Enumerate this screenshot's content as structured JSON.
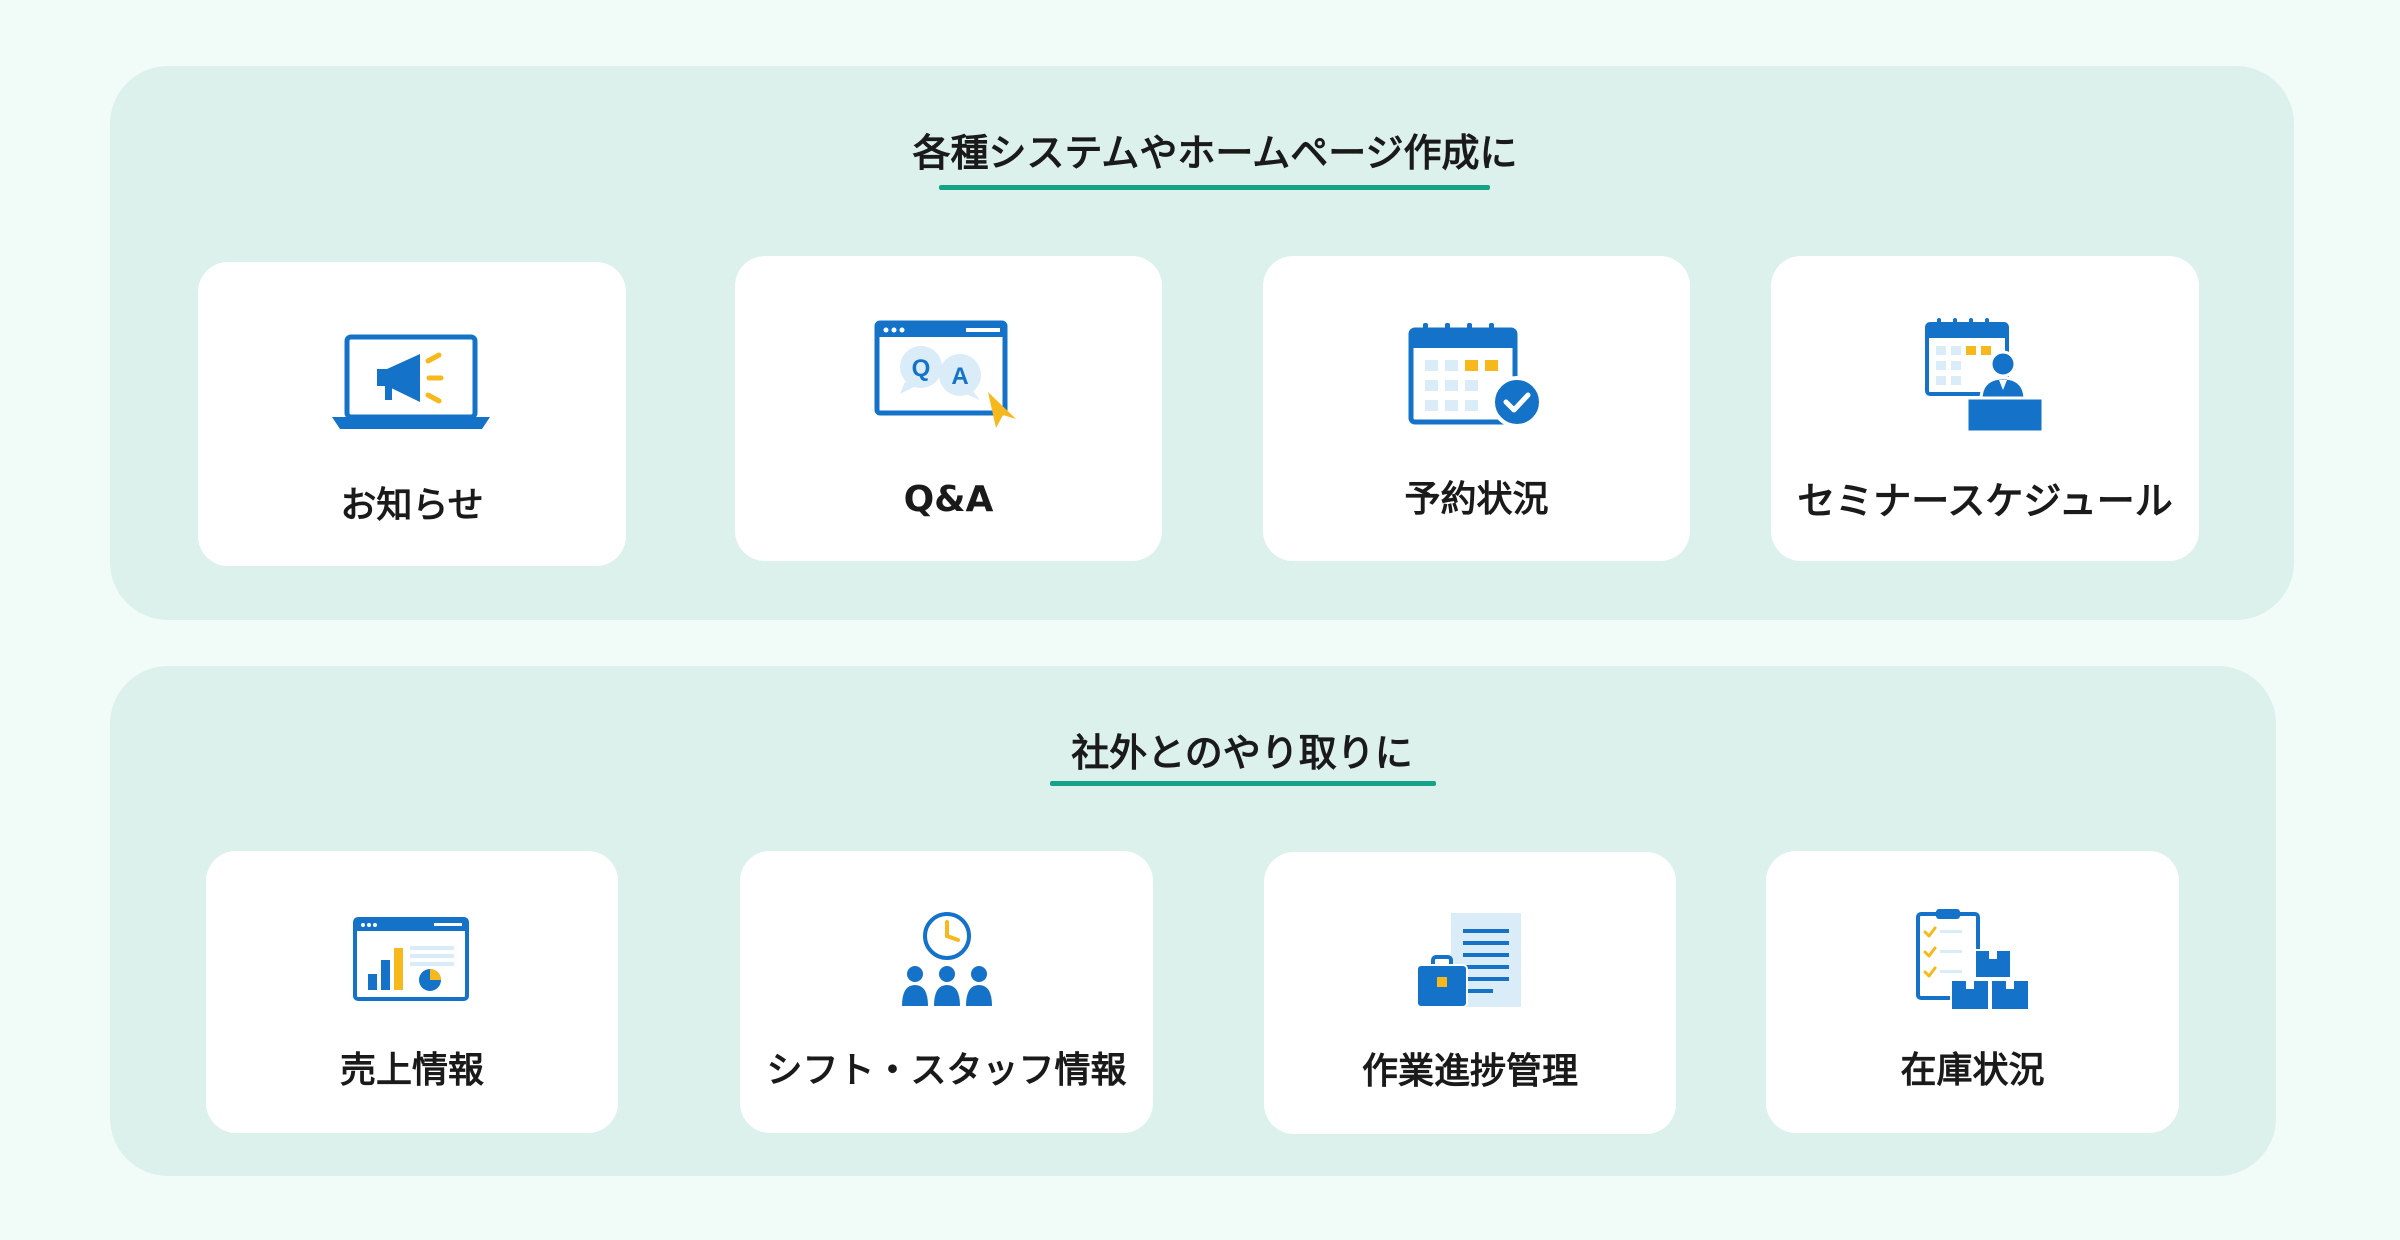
{
  "colors": {
    "background": "#f1fbf8",
    "panel": "#dcf1ec",
    "card": "#ffffff",
    "accent_underline": "#14a386",
    "icon_primary": "#1473c9",
    "icon_light": "#d9ecf8",
    "icon_yellow": "#f7b81b",
    "text": "#1a1a1a"
  },
  "sections": [
    {
      "heading": "各種システムやホームページ作成に",
      "cards": [
        {
          "label": "お知らせ",
          "icon": "megaphone-laptop-icon"
        },
        {
          "label": "Q&A",
          "icon": "qa-browser-icon"
        },
        {
          "label": "予約状況",
          "icon": "calendar-check-icon"
        },
        {
          "label": "セミナースケジュール",
          "icon": "calendar-presenter-icon"
        }
      ]
    },
    {
      "heading": "社外とのやり取りに",
      "cards": [
        {
          "label": "売上情報",
          "icon": "sales-chart-browser-icon"
        },
        {
          "label": "シフト・スタッフ情報",
          "icon": "clock-staff-icon"
        },
        {
          "label": "作業進捗管理",
          "icon": "briefcase-document-icon"
        },
        {
          "label": "在庫状況",
          "icon": "clipboard-boxes-icon"
        }
      ]
    }
  ]
}
